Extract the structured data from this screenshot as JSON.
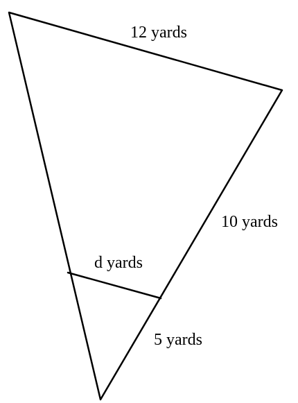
{
  "labels": {
    "top_side": "12 yards",
    "right_upper": "10 yards",
    "inner_segment": "d yards",
    "right_lower": "5 yards"
  },
  "colors": {
    "stroke": "#000000",
    "background": "#ffffff"
  }
}
